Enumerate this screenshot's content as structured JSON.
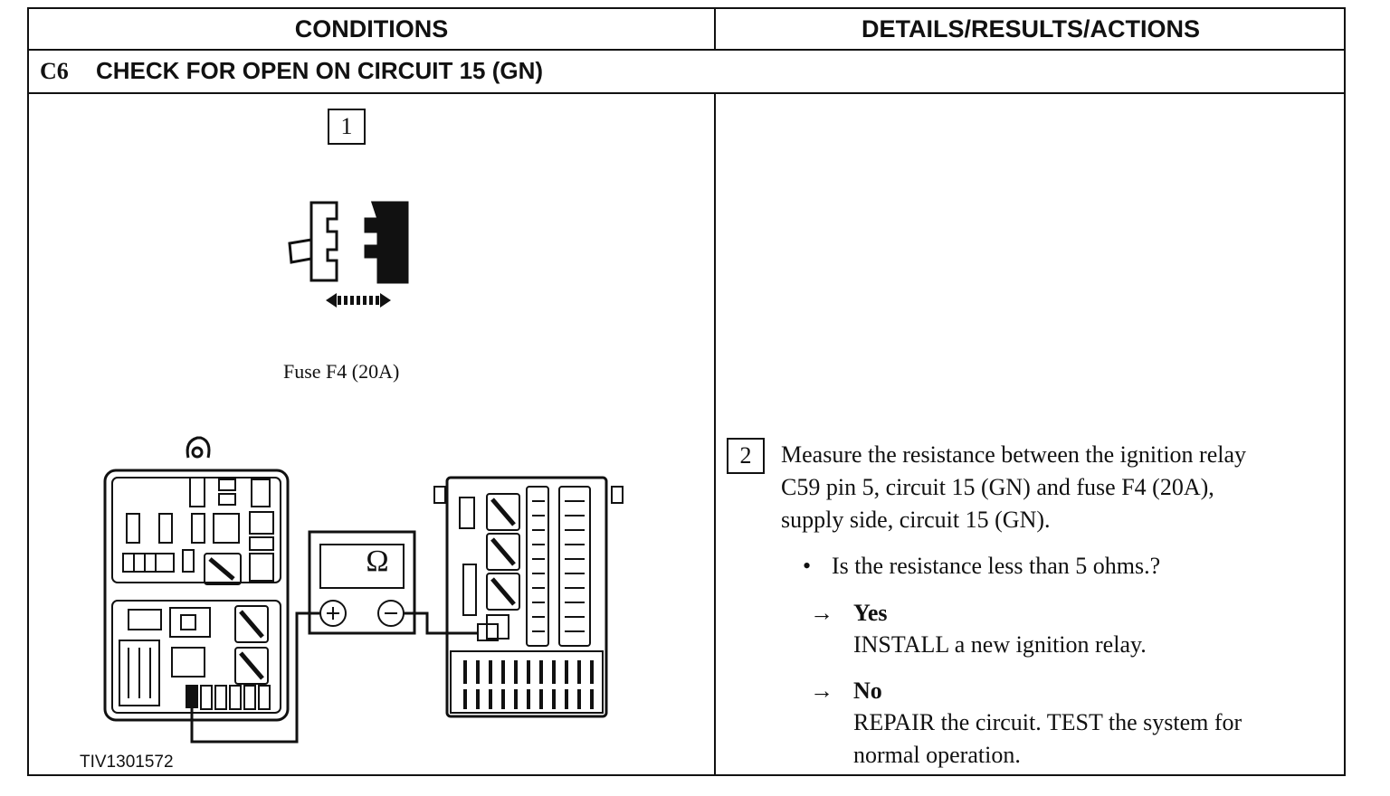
{
  "header": {
    "conditions": "CONDITIONS",
    "details": "DETAILS/RESULTS/ACTIONS"
  },
  "step": {
    "code": "C6",
    "title": "CHECK FOR OPEN ON CIRCUIT 15 (GN)"
  },
  "left": {
    "box1": "1",
    "fuse_label": "Fuse F4 (20A)",
    "meter_symbol": "Ω",
    "figure_code": "TIV1301572"
  },
  "right": {
    "box2": "2",
    "instruction_lines": [
      "Measure the resistance between the ignition relay",
      "C59 pin 5, circuit 15 (GN) and fuse F4 (20A),",
      "supply side, circuit 15 (GN)."
    ],
    "question": "Is the resistance less than 5 ohms.?",
    "yes_label": "Yes",
    "yes_action": "INSTALL a new ignition relay.",
    "no_label": "No",
    "no_action_lines": [
      "REPAIR the circuit. TEST the system for",
      "normal operation."
    ]
  }
}
